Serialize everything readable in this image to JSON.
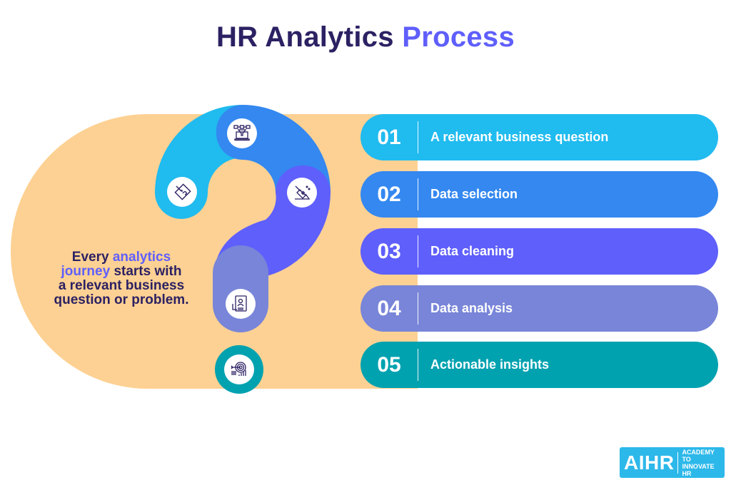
{
  "title": {
    "part1": "HR Analytics",
    "part2": "Process"
  },
  "tagline": {
    "word1": "Every",
    "highlight1": "analytics",
    "highlight2": "journey",
    "rest1": "starts with",
    "line3": "a relevant business",
    "line4": "question or problem."
  },
  "steps": [
    {
      "number": "01",
      "label": "A relevant business question",
      "color": "#20bbef",
      "icon": "question-document-icon"
    },
    {
      "number": "02",
      "label": "Data selection",
      "color": "#3488f0",
      "icon": "data-funnel-laptop-icon"
    },
    {
      "number": "03",
      "label": "Data cleaning",
      "color": "#5f5ffc",
      "icon": "broom-cleaning-icon"
    },
    {
      "number": "04",
      "label": "Data analysis",
      "color": "#7885d8",
      "icon": "analysis-tablet-icon"
    },
    {
      "number": "05",
      "label": "Actionable insights",
      "color": "#01a2b0",
      "icon": "target-chart-icon"
    }
  ],
  "colors": {
    "background_shape": "#fdd193",
    "title_dark": "#2c2163",
    "title_accent": "#5f5ffc"
  },
  "logo": {
    "mark": "AIHR",
    "line1": "ACADEMY TO",
    "line2": "INNOVATE HR"
  }
}
